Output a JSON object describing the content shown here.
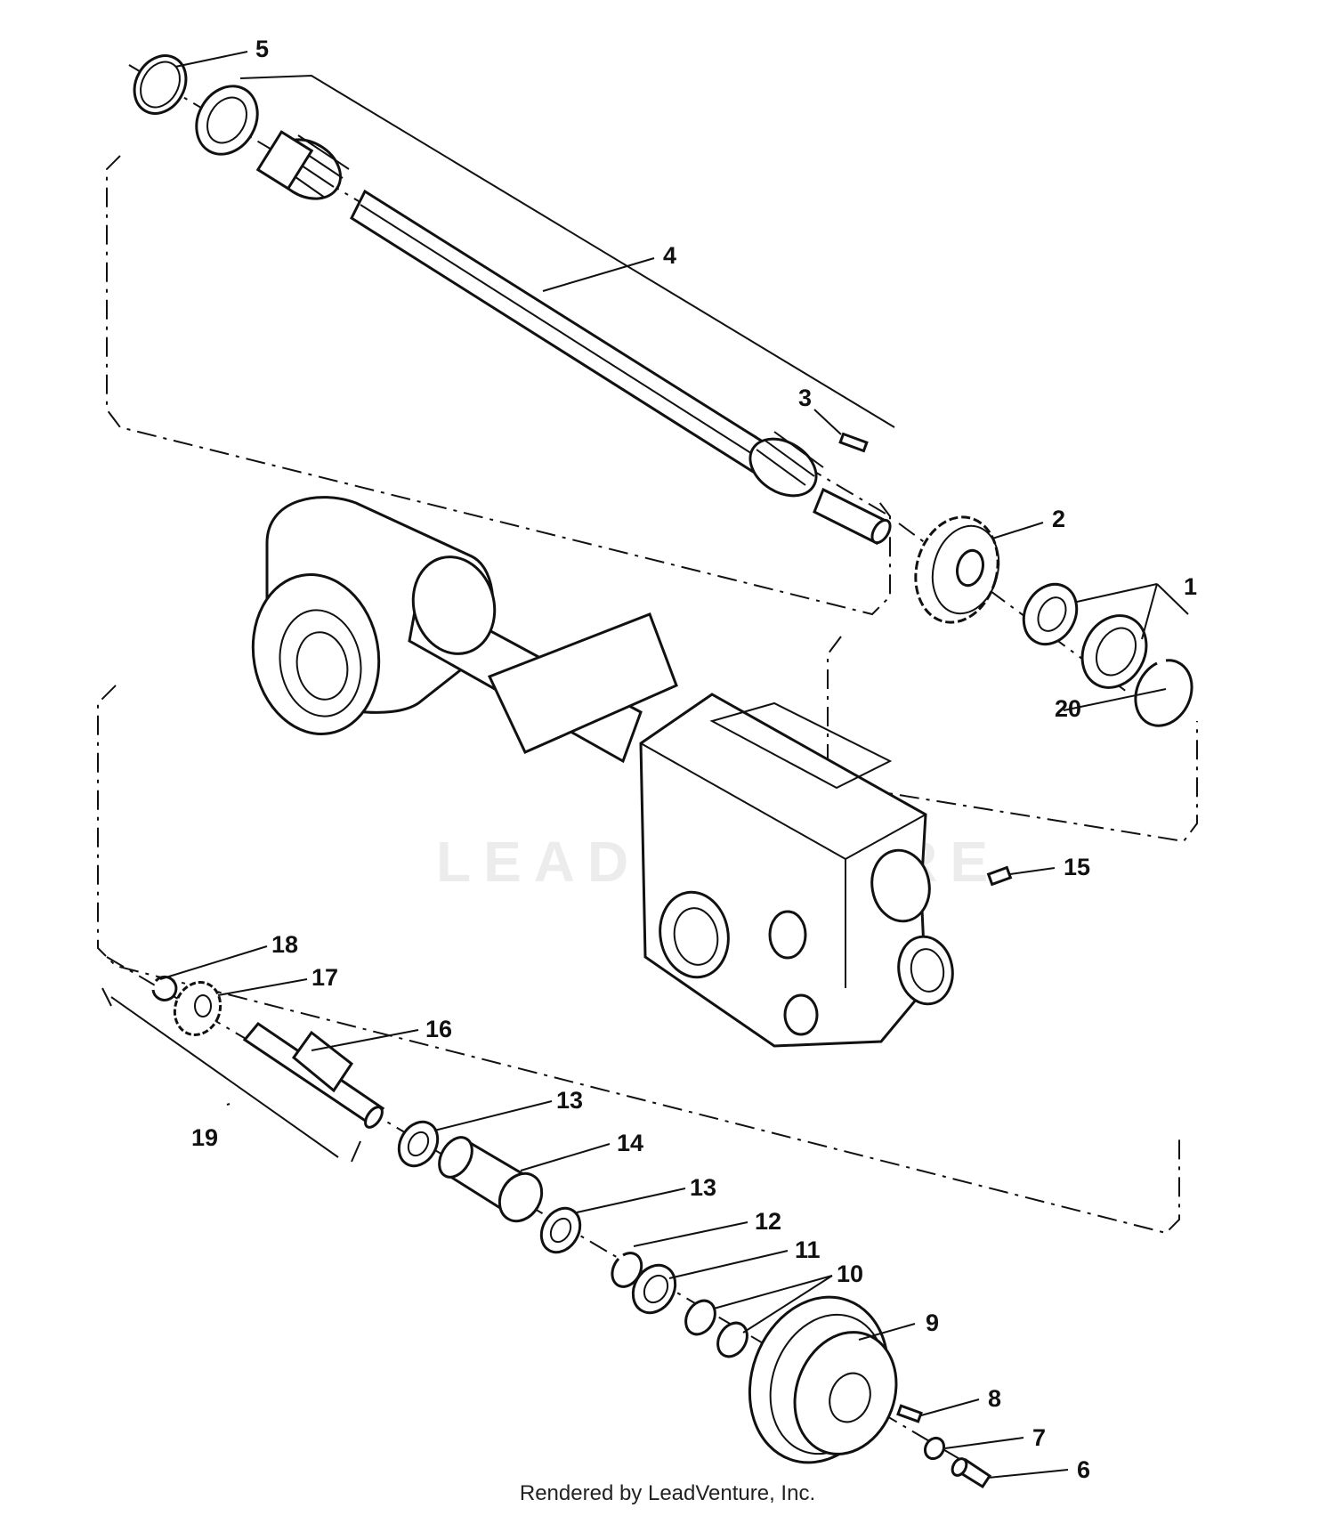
{
  "diagram": {
    "watermark": "LEADVENTURE",
    "footer": "Rendered by LeadVenture, Inc.",
    "callouts": [
      "1",
      "2",
      "3",
      "4",
      "5",
      "6",
      "7",
      "8",
      "9",
      "10",
      "11",
      "12",
      "13",
      "13",
      "14",
      "15",
      "16",
      "17",
      "18",
      "19",
      "20"
    ]
  }
}
